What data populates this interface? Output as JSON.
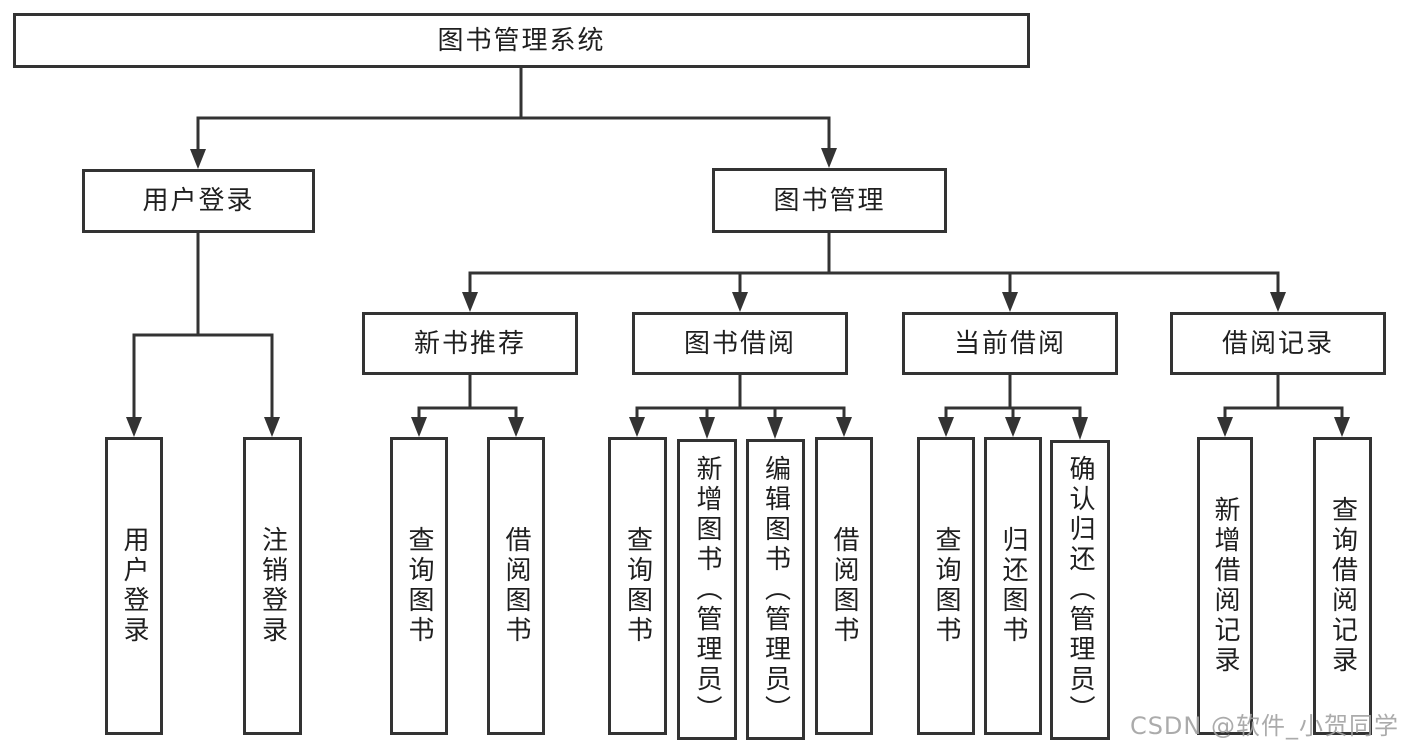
{
  "diagram": {
    "colors": {
      "line": "#333333",
      "text": "#1f1f1f",
      "background": "#ffffff",
      "watermark": "#a3a3a3"
    },
    "nodes": {
      "root": {
        "label": "图书管理系统"
      },
      "user_login": {
        "label": "用户登录"
      },
      "book_mgmt": {
        "label": "图书管理"
      },
      "new_book_rec": {
        "label": "新书推荐"
      },
      "book_borrow": {
        "label": "图书借阅"
      },
      "current_borrow": {
        "label": "当前借阅"
      },
      "borrow_records": {
        "label": "借阅记录"
      },
      "leaf_user_login": {
        "label": "用户登录"
      },
      "leaf_logout": {
        "label": "注销登录"
      },
      "leaf_rec_query": {
        "label": "查询图书"
      },
      "leaf_rec_borrow": {
        "label": "借阅图书"
      },
      "leaf_bb_query": {
        "label": "查询图书"
      },
      "leaf_bb_add": {
        "label": "新增图书（管理员）"
      },
      "leaf_bb_edit": {
        "label": "编辑图书（管理员）"
      },
      "leaf_bb_borrow": {
        "label": "借阅图书"
      },
      "leaf_cb_query": {
        "label": "查询图书"
      },
      "leaf_cb_return": {
        "label": "归还图书"
      },
      "leaf_cb_confirm": {
        "label": "确认归还（管理员）"
      },
      "leaf_br_add": {
        "label": "新增借阅记录"
      },
      "leaf_br_query": {
        "label": "查询借阅记录"
      }
    },
    "watermark": {
      "text": "CSDN @软件_小贺同学"
    }
  }
}
